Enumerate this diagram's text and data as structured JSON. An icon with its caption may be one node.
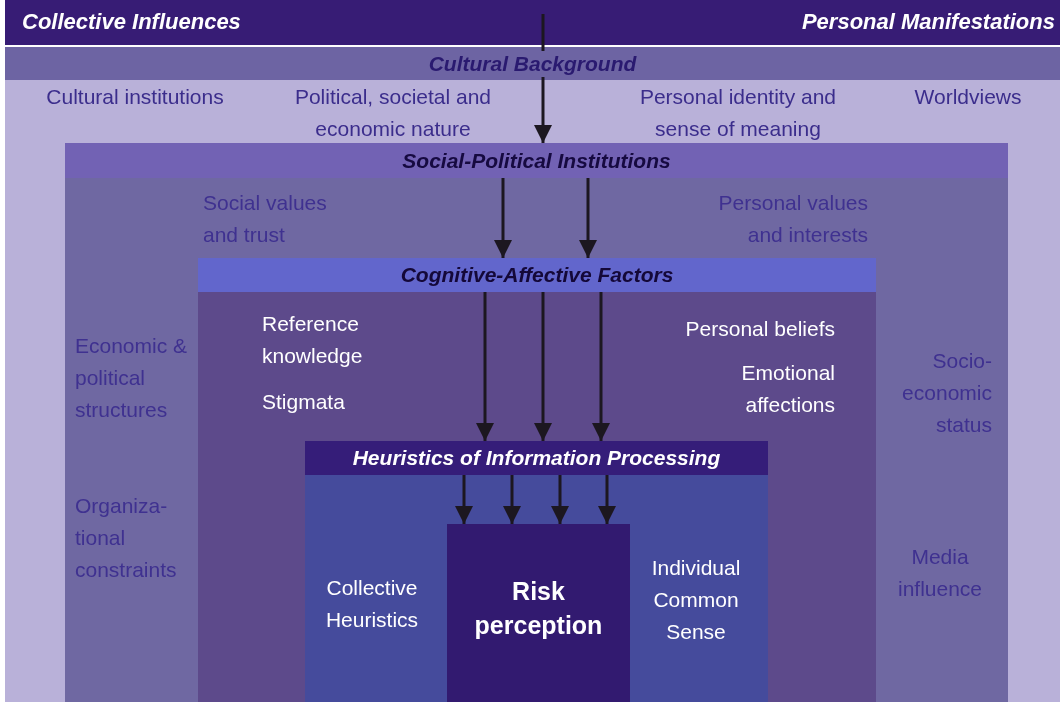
{
  "diagram": {
    "nodes": [
      {
        "text": [
          "Collective Influences",
          "Personal Manifestations"
        ]
      },
      {
        "text": [
          "Cultural Background",
          "Cultural institutions",
          "Political, societal and economic nature",
          "Personal identity and sense of meaning",
          "Worldviews"
        ]
      },
      {
        "text": [
          "Social-Political Institutions",
          "Social values and trust",
          "Personal values and interests",
          "Economic & political structures",
          "Organiza-tional constraints",
          "Socio-economic status",
          "Media influence"
        ],
        "in": 1
      },
      {
        "text": [
          "Cognitive-Affective Factors",
          "Reference knowledge",
          "Stigmata",
          "Personal beliefs",
          "Emotional affections"
        ],
        "in": 2
      },
      {
        "text": [
          "Heuristics of Information Processing",
          "Collective Heuristics",
          "Individual Common Sense"
        ],
        "in": 3
      },
      {
        "text": [
          "Risk perception"
        ],
        "in": 4
      }
    ],
    "edges": [
      {
        "from": 0,
        "to": 2,
        "arrow": "to"
      },
      {
        "from": 2,
        "to": 3,
        "arrow": "to"
      },
      {
        "from": 2,
        "to": 3,
        "arrow": "to"
      },
      {
        "from": 3,
        "to": 4,
        "arrow": "to"
      },
      {
        "from": 3,
        "to": 4,
        "arrow": "to"
      },
      {
        "from": 3,
        "to": 4,
        "arrow": "to"
      },
      {
        "from": 4,
        "to": 5,
        "arrow": "to"
      },
      {
        "from": 4,
        "to": 5,
        "arrow": "to"
      },
      {
        "from": 4,
        "to": 5,
        "arrow": "to"
      },
      {
        "from": 4,
        "to": 5,
        "arrow": "to"
      }
    ]
  }
}
